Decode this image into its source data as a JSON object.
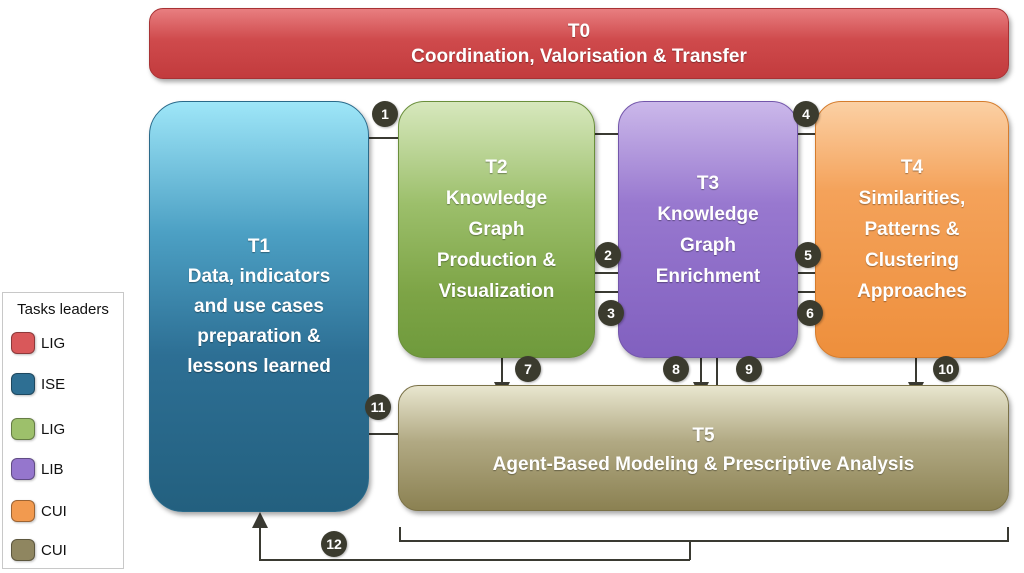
{
  "tasks": {
    "t0": {
      "id": "T0",
      "lines": [
        "Coordination, Valorisation & Transfer"
      ]
    },
    "t1": {
      "id": "T1",
      "lines": [
        "Data, indicators",
        "and use cases",
        "preparation &",
        "lessons learned"
      ]
    },
    "t2": {
      "id": "T2",
      "lines": [
        "Knowledge",
        "Graph",
        "Production &",
        "Visualization"
      ]
    },
    "t3": {
      "id": "T3",
      "lines": [
        "Knowledge",
        "Graph",
        "Enrichment"
      ]
    },
    "t4": {
      "id": "T4",
      "lines": [
        "Similarities,",
        "Patterns &",
        "Clustering",
        "Approaches"
      ]
    },
    "t5": {
      "id": "T5",
      "lines": [
        "Agent-Based Modeling & Prescriptive Analysis"
      ]
    }
  },
  "legend": {
    "title": "Tasks leaders",
    "items": [
      {
        "label": "LIG",
        "color": "#d9585a"
      },
      {
        "label": "ISE",
        "color": "#2e6f93"
      },
      {
        "label": "LIG",
        "color": "#9dc06b"
      },
      {
        "label": "LIB",
        "color": "#9576cd"
      },
      {
        "label": "CUI",
        "color": "#f29a4f"
      },
      {
        "label": "CUI",
        "color": "#8f8660"
      }
    ]
  },
  "flows": [
    "1",
    "2",
    "3",
    "4",
    "5",
    "6",
    "7",
    "8",
    "9",
    "10",
    "11",
    "12"
  ]
}
